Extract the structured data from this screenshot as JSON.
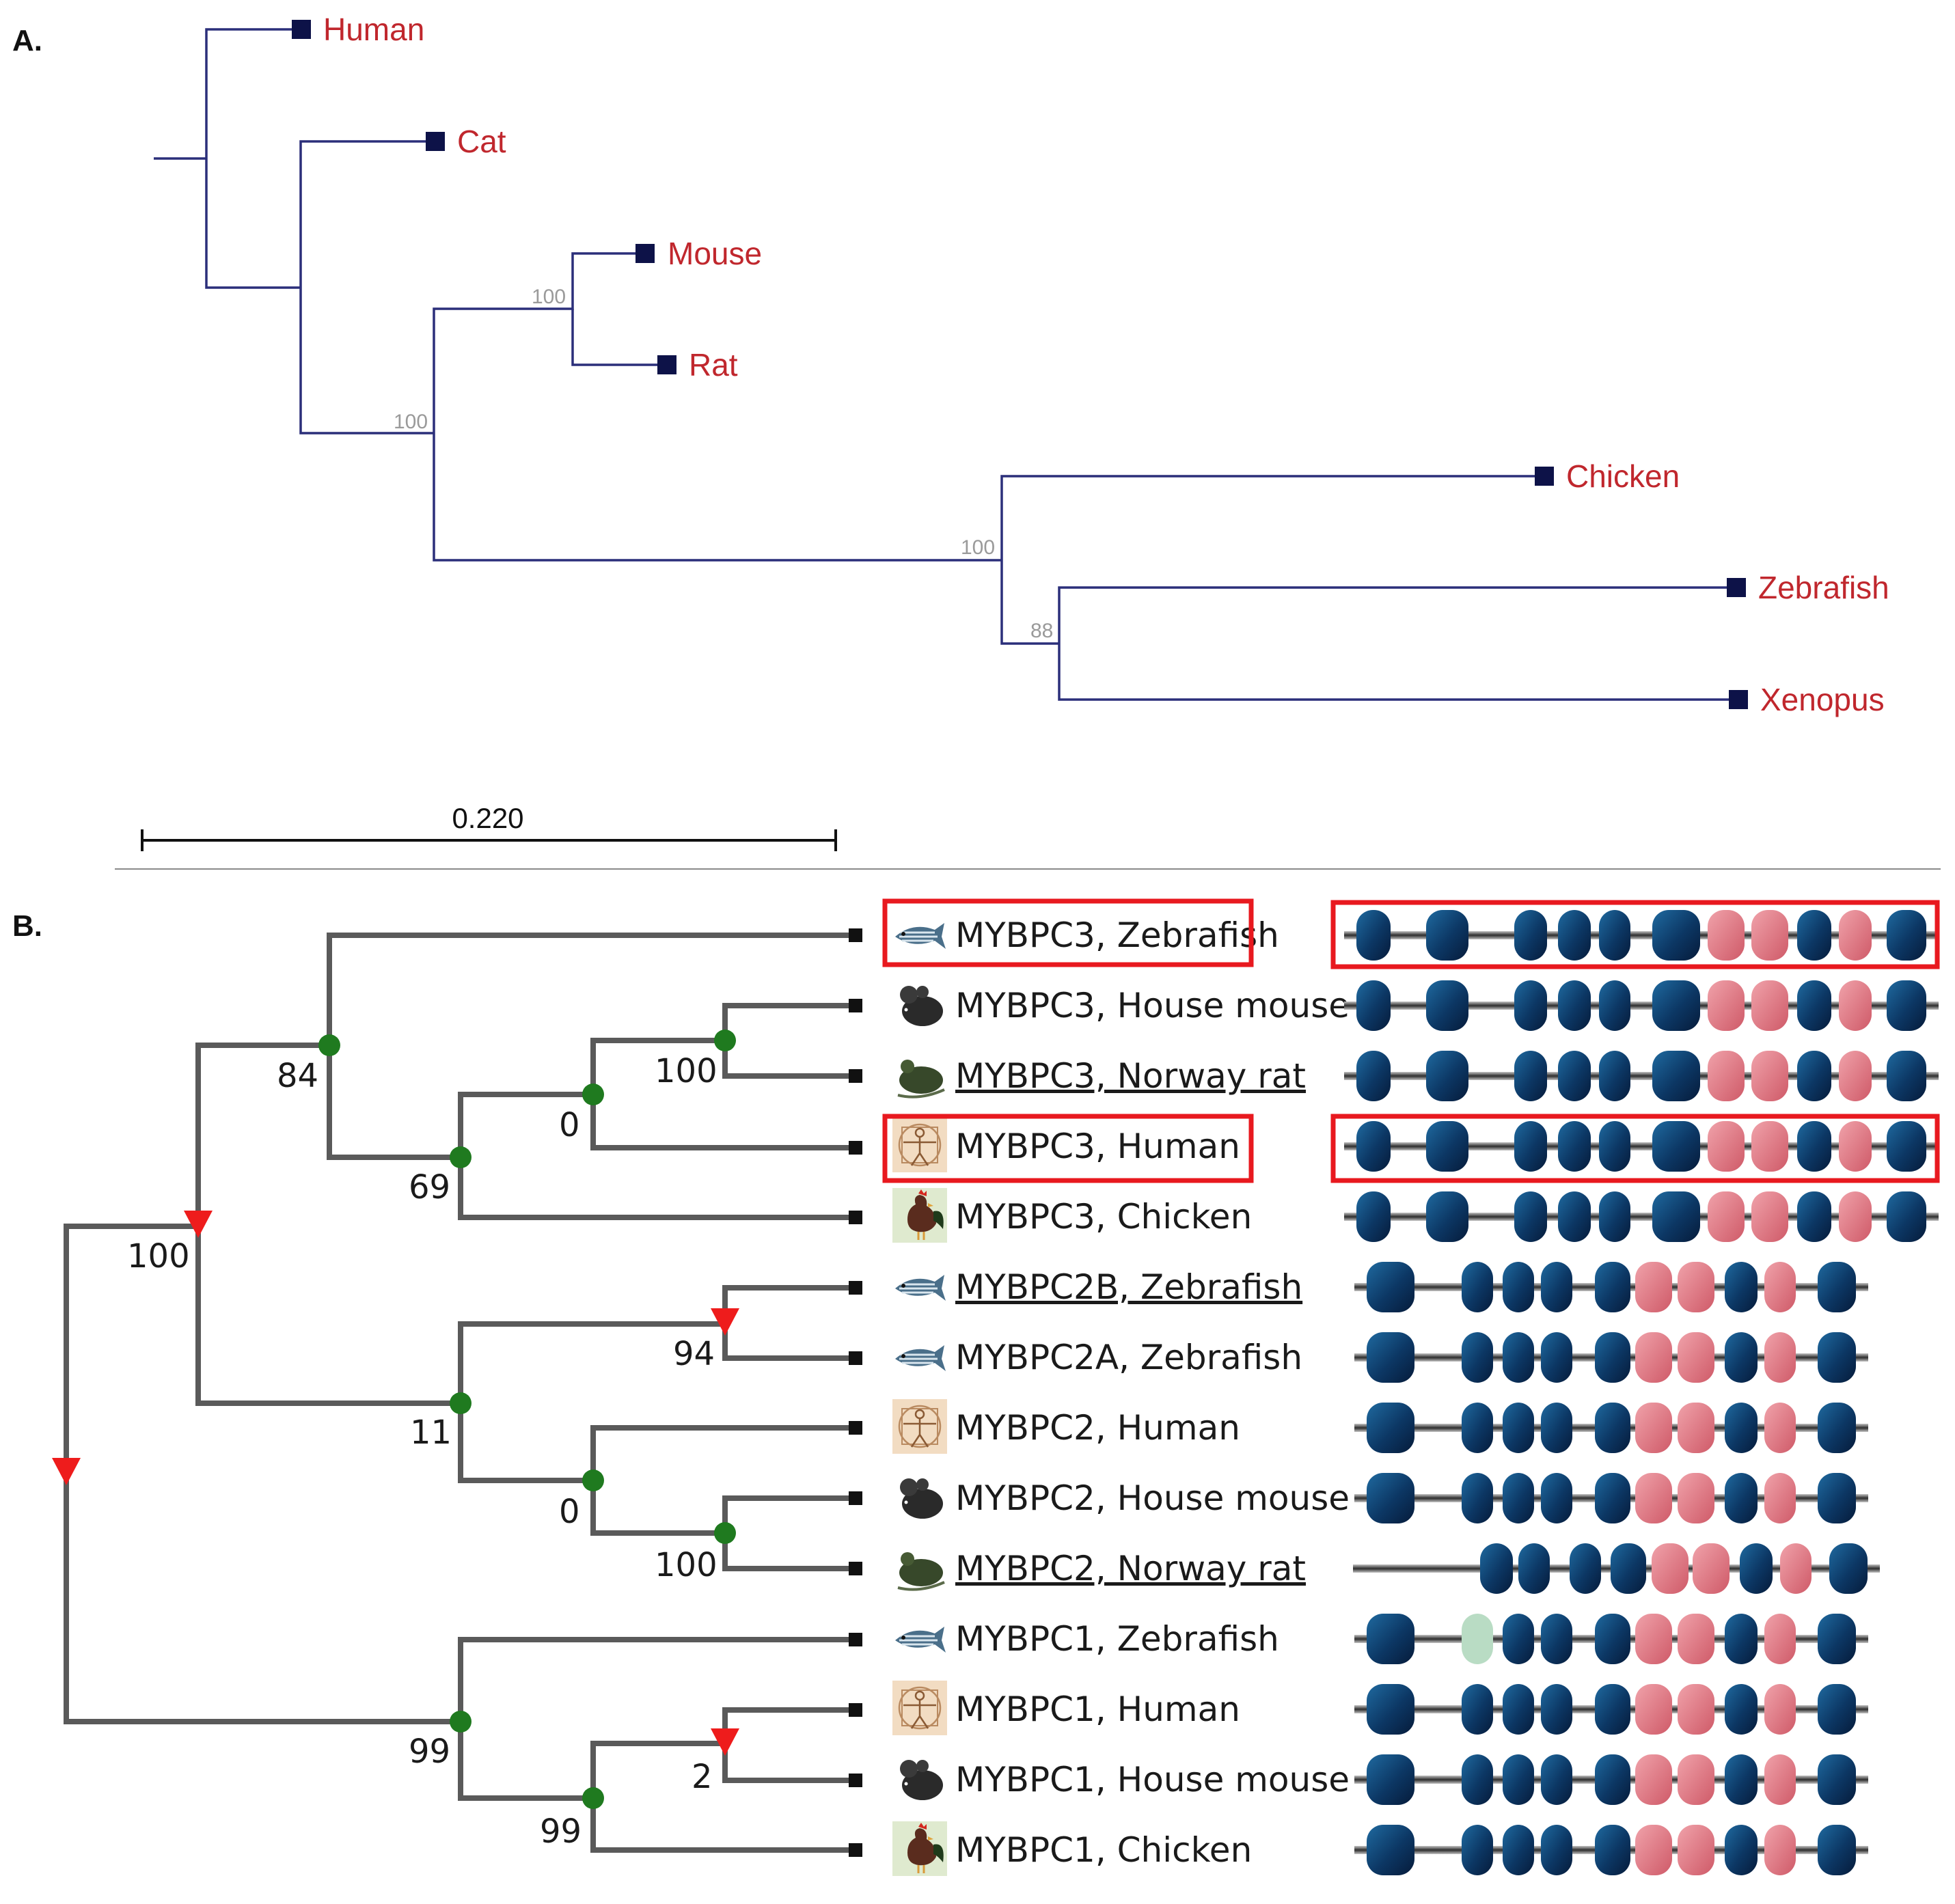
{
  "panel_a": {
    "label": "A.",
    "scale_label": "0.220",
    "leaves": [
      "Human",
      "Cat",
      "Mouse",
      "Rat",
      "Chicken",
      "Zebrafish",
      "Xenopus"
    ],
    "support_values": [
      "100",
      "100",
      "100",
      "88"
    ],
    "colors": {
      "branch": "#2b2f7a",
      "leaf_text": "#c0272d",
      "marker": "#0d1248",
      "support": "#9a9a9a"
    }
  },
  "panel_b": {
    "label": "B.",
    "leaves": [
      {
        "label": "MYBPC3, Zebrafish",
        "species_icon": "zebrafish-icon",
        "underlined": false,
        "highlighted": true
      },
      {
        "label": "MYBPC3, House mouse",
        "species_icon": "mouse-icon",
        "underlined": false,
        "highlighted": false
      },
      {
        "label": "MYBPC3, Norway rat",
        "species_icon": "rat-icon",
        "underlined": true,
        "highlighted": false
      },
      {
        "label": "MYBPC3, Human",
        "species_icon": "human-icon",
        "underlined": false,
        "highlighted": true
      },
      {
        "label": "MYBPC3, Chicken",
        "species_icon": "chicken-icon",
        "underlined": false,
        "highlighted": false
      },
      {
        "label": "MYBPC2B, Zebrafish",
        "species_icon": "zebrafish-icon",
        "underlined": true,
        "highlighted": false
      },
      {
        "label": "MYBPC2A, Zebrafish",
        "species_icon": "zebrafish-icon",
        "underlined": false,
        "highlighted": false
      },
      {
        "label": "MYBPC2, Human",
        "species_icon": "human-icon",
        "underlined": false,
        "highlighted": false
      },
      {
        "label": "MYBPC2, House mouse",
        "species_icon": "mouse-icon",
        "underlined": false,
        "highlighted": false
      },
      {
        "label": "MYBPC2, Norway rat",
        "species_icon": "rat-icon",
        "underlined": true,
        "highlighted": false
      },
      {
        "label": "MYBPC1, Zebrafish",
        "species_icon": "zebrafish-icon",
        "underlined": false,
        "highlighted": false
      },
      {
        "label": "MYBPC1, Human",
        "species_icon": "human-icon",
        "underlined": false,
        "highlighted": false
      },
      {
        "label": "MYBPC1, House mouse",
        "species_icon": "mouse-icon",
        "underlined": false,
        "highlighted": false
      },
      {
        "label": "MYBPC1, Chicken",
        "species_icon": "chicken-icon",
        "underlined": false,
        "highlighted": false
      }
    ],
    "support_values": [
      "84",
      "100",
      "0",
      "69",
      "100",
      "94",
      "11",
      "0",
      "100",
      "99",
      "2",
      "99"
    ],
    "domain_patterns": [
      "BBBBBBPPBPB",
      "BBBBBBPPBPB",
      "BBBBBBPPBPB",
      "BBBBBBPPBPB",
      "BBBBBBPPBPB",
      "BBBBBPPBPB",
      "BBBBBPPBPB",
      "BBBBBPPBPB",
      "BBBBBPPBPB",
      "BBBBPPBPB",
      "BGBBBPPBPB",
      "BBBBBPPBPB",
      "BBBBBPPBPB",
      "BBBBBPPBPB"
    ],
    "colors": {
      "branch": "#5a5a5a",
      "node_marker": "#1f7a1f",
      "event_marker": "#ee1c1c",
      "domain_ig": "#0f3f6e",
      "domain_fn3": "#e07a84",
      "domain_faint": "#b9dcc4",
      "highlight_box": "#e8191f"
    }
  }
}
